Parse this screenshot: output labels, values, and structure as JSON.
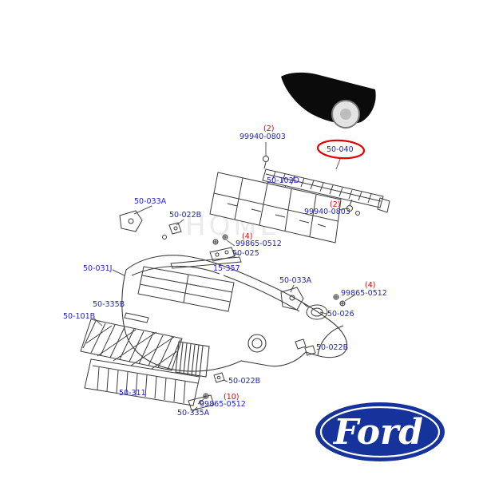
{
  "colors": {
    "label_blue": "#2323c8",
    "qty_red": "#e00000",
    "highlight_red": "#e00000",
    "line_gray": "#3c3c3c",
    "ford_blue": "#15339b",
    "watermark_gray": "#d8d8d8"
  },
  "watermark": "HOME",
  "brand": {
    "logo_text": "Ford"
  },
  "labels": [
    {
      "text": "(2)",
      "type": "qty"
    },
    {
      "text": "99940-0803",
      "type": "part"
    },
    {
      "text": "50-040",
      "type": "part",
      "highlighted": true
    },
    {
      "text": "50-102D",
      "type": "part"
    },
    {
      "text": "50-033A",
      "type": "part"
    },
    {
      "text": "(2)",
      "type": "qty"
    },
    {
      "text": "99940-0803",
      "type": "part"
    },
    {
      "text": "50-022B",
      "type": "part"
    },
    {
      "text": "(4)",
      "type": "qty"
    },
    {
      "text": "99865-0512",
      "type": "part"
    },
    {
      "text": "50-025",
      "type": "part"
    },
    {
      "text": "50-031J",
      "type": "part"
    },
    {
      "text": "15-357",
      "type": "part"
    },
    {
      "text": "50-033A",
      "type": "part"
    },
    {
      "text": "(4)",
      "type": "qty"
    },
    {
      "text": "99865-0512",
      "type": "part"
    },
    {
      "text": "50-335B",
      "type": "part"
    },
    {
      "text": "50-101B",
      "type": "part"
    },
    {
      "text": "50-026",
      "type": "part"
    },
    {
      "text": "50-022B",
      "type": "part"
    },
    {
      "text": "50-311",
      "type": "part"
    },
    {
      "text": "50-022B",
      "type": "part"
    },
    {
      "text": "(10)",
      "type": "qty"
    },
    {
      "text": "99865-0512",
      "type": "part"
    },
    {
      "text": "50-335A",
      "type": "part"
    }
  ]
}
